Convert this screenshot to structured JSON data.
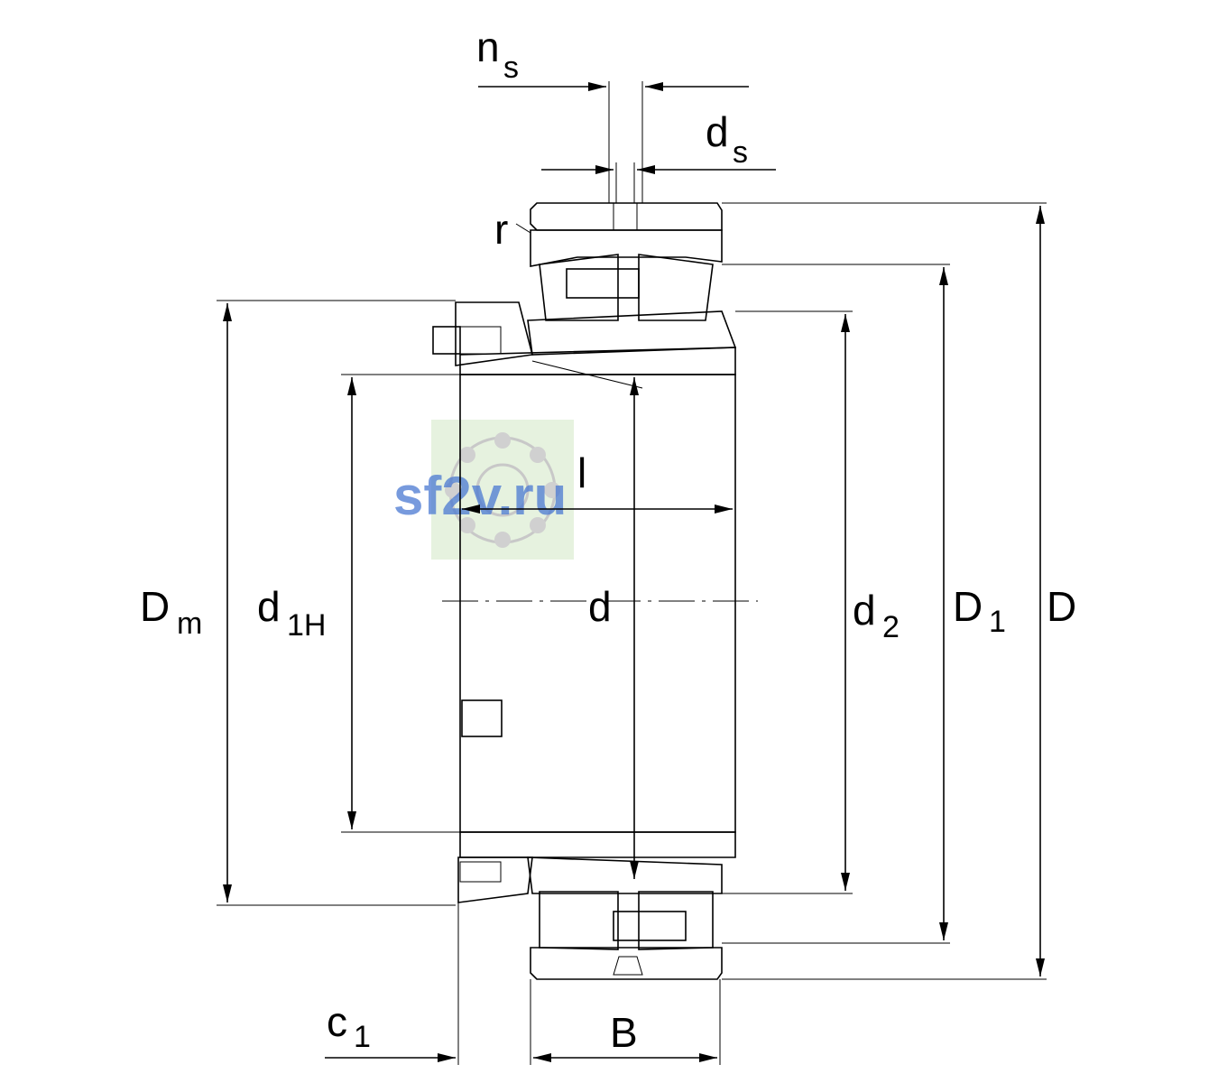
{
  "labels": {
    "ns": {
      "main": "n",
      "sub": "s"
    },
    "ds": {
      "main": "d",
      "sub": "s"
    },
    "r": "r",
    "Dm": {
      "main": "D",
      "sub": "m"
    },
    "d1H": {
      "main": "d",
      "sub": "1H"
    },
    "d": "d",
    "d2": {
      "main": "d",
      "sub": "2"
    },
    "D1": {
      "main": "D",
      "sub": "1"
    },
    "D": "D",
    "l": "l",
    "c1": {
      "main": "c",
      "sub": "1"
    },
    "B": "B"
  },
  "watermark": {
    "text": "sf2v.ru"
  },
  "colors": {
    "line": "#000000",
    "watermark_text": "#4a78d2",
    "watermark_bg": "#e6f2df"
  }
}
